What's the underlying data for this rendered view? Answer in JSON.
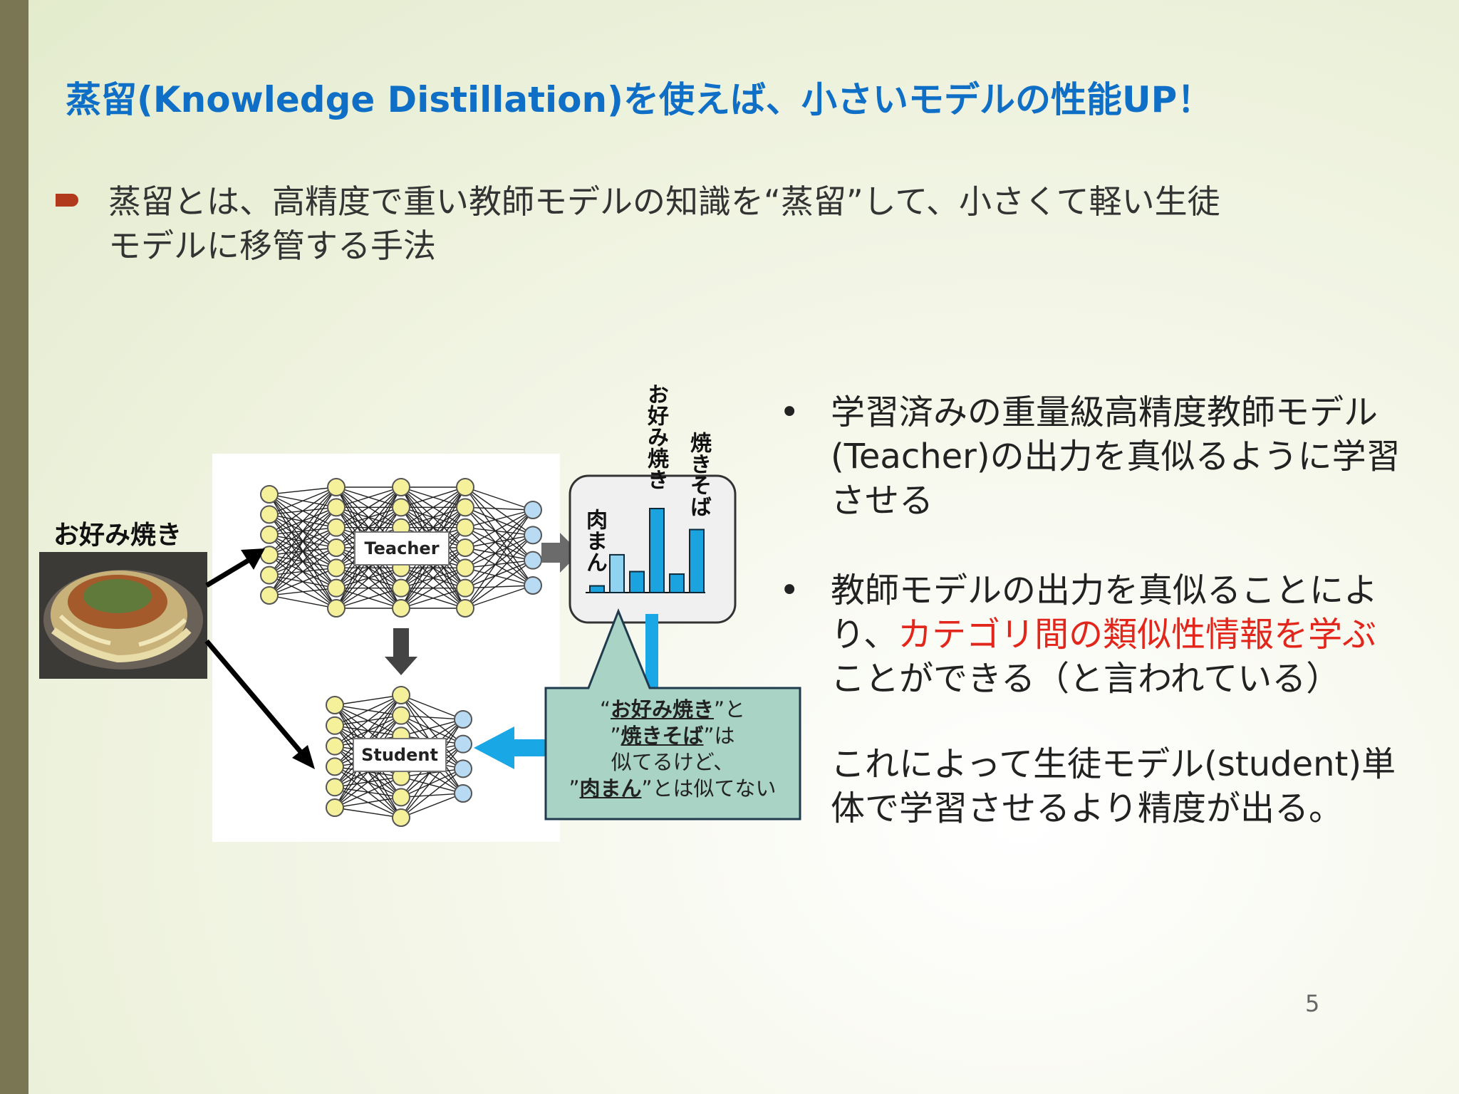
{
  "slide": {
    "title": "蒸留(Knowledge Distillation)を使えば、小さいモデルの性能UP！",
    "intro_lines": [
      "蒸留とは、高精度で重い教師モデルの知識を“蒸留”して、小さくて軽い生徒",
      "モデルに移管する手法"
    ],
    "page_number": "5"
  },
  "figure": {
    "input_label": "お好み焼き",
    "teacher_label": "Teacher",
    "student_label": "Student",
    "bar_labels": [
      "お好み焼き",
      "焼きそば",
      "肉まん"
    ],
    "callout": {
      "line1_pre": "“",
      "line1_bold": "お好み焼き",
      "line1_post": "”と",
      "line2_pre": "”",
      "line2_bold": "焼きそば",
      "line2_post": "”は",
      "line3": "似てるけど、",
      "line4_pre": "”",
      "line4_bold": "肉まん",
      "line4_post": "”とは似てない"
    }
  },
  "chart_data": {
    "type": "bar",
    "categories": [
      "肉まん",
      "",
      "",
      "お好み焼き",
      "",
      "焼きそば"
    ],
    "values": [
      0.08,
      0.45,
      0.25,
      1.0,
      0.22,
      0.75
    ],
    "colors": {
      "bar": "#1aa3df",
      "highlight": "#8fd3f0"
    }
  },
  "bullets": [
    {
      "dot": "•",
      "lines": [
        "学習済みの重量級高精度教師モデル",
        "(Teacher)の出力を真似るように学習",
        "させる"
      ]
    },
    {
      "dot": "•",
      "line1": "教師モデルの出力を真似ることによ",
      "line2_pre": "り、",
      "line2_red": "カテゴリ間の類似性情報を学ぶ",
      "line3": "ことができる（と言われている）"
    }
  ],
  "conclusion_lines": [
    "これによって生徒モデル(student)単",
    "体で学習させるより精度が出る。"
  ],
  "colors": {
    "title": "#0f6fc6",
    "accent_red": "#e2261c",
    "bullet": "#b23a1c",
    "sidebar": "#7a7654",
    "callout_bg": "#a8d3c5",
    "arrow_blue": "#19a7e5"
  }
}
